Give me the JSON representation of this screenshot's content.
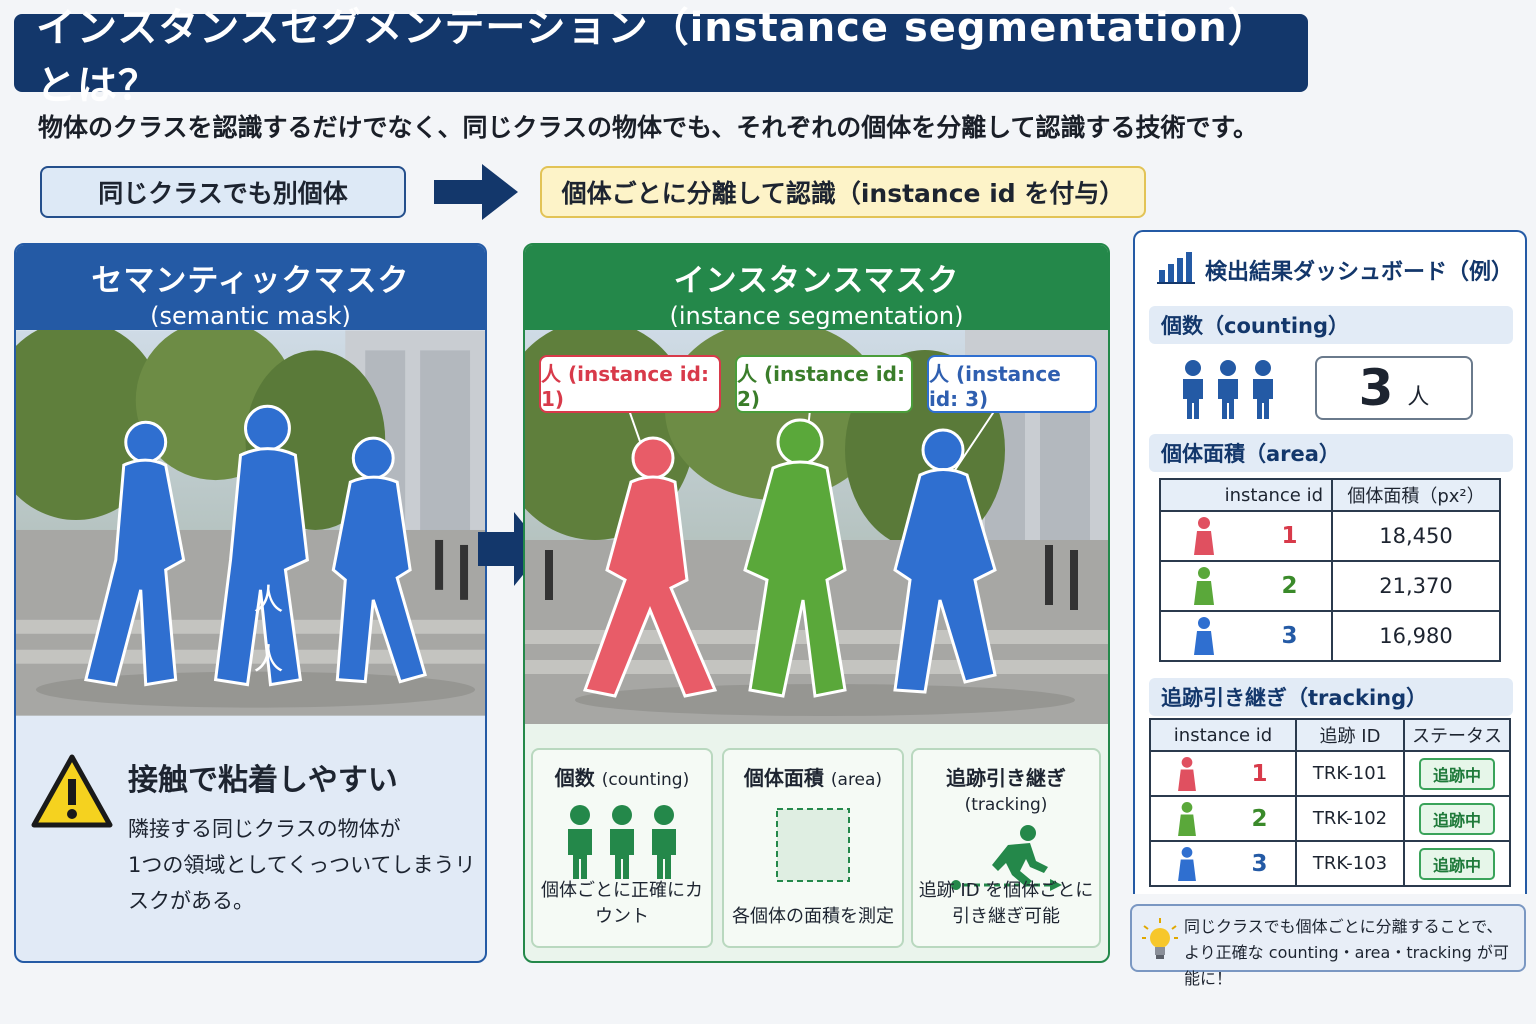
{
  "title": "インスタンスセグメンテーション（instance segmentation）とは？",
  "subtitle": "物体のクラスを認識するだけでなく、同じクラスの物体でも、それぞれの個体を分離して認識する技術です。",
  "flow": {
    "left_label": "同じクラスでも別個体",
    "right_label": "個体ごとに分離して認識（instance id を付与）"
  },
  "semantic": {
    "title": "セマンティックマスク",
    "subtitle": "(semantic mask)",
    "overlay_labels": [
      "人",
      "人"
    ],
    "mask_color": "#2f6fd0",
    "warning_title": "接触で粘着しやすい",
    "warning_line1": "隣接する同じクラスの物体が",
    "warning_line2": "1つの領域としてくっついてしまうリスクがある。"
  },
  "instance": {
    "title": "インスタンスマスク",
    "subtitle": "(instance segmentation)",
    "labels": [
      {
        "text": "人 (instance id: 1)",
        "color": "#d83a4a"
      },
      {
        "text": "人 (instance id: 2)",
        "color": "#4a9d3a"
      },
      {
        "text": "人 (instance id: 3)",
        "color": "#2f6fd0"
      }
    ],
    "cards": [
      {
        "title": "個数",
        "title_en": "(counting)",
        "caption": "個体ごとに正確にカウント"
      },
      {
        "title": "個体面積",
        "title_en": "(area)",
        "caption": "各個体の面積を測定"
      },
      {
        "title": "追跡引き継ぎ",
        "title_en": "(tracking)",
        "caption_line1": "追跡 ID を個体ごとに",
        "caption_line2": "引き継ぎ可能"
      }
    ]
  },
  "dashboard": {
    "title": "検出結果ダッシュボード（例）",
    "count_section": "個数（counting）",
    "count_value": "3",
    "count_unit": "人",
    "area_section": "個体面積（area）",
    "area_headers": [
      "instance id",
      "個体面積（px²）"
    ],
    "area_rows": [
      {
        "id": "1",
        "area": "18,450",
        "color": "#e05060"
      },
      {
        "id": "2",
        "area": "21,370",
        "color": "#5aa83a"
      },
      {
        "id": "3",
        "area": "16,980",
        "color": "#2f6fd0"
      }
    ],
    "track_section": "追跡引き継ぎ（tracking）",
    "track_headers": [
      "instance id",
      "追跡 ID",
      "ステータス"
    ],
    "track_rows": [
      {
        "id": "1",
        "track": "TRK-101",
        "status": "追跡中",
        "color": "#e05060"
      },
      {
        "id": "2",
        "track": "TRK-102",
        "status": "追跡中",
        "color": "#5aa83a"
      },
      {
        "id": "3",
        "track": "TRK-103",
        "status": "追跡中",
        "color": "#2f6fd0"
      }
    ]
  },
  "tip": {
    "line1": "同じクラスでも個体ごとに分離することで、",
    "line2": "より正確な counting・area・tracking が可能に！"
  }
}
